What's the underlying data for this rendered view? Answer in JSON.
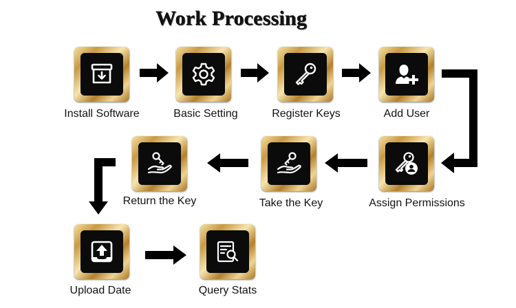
{
  "title": "Work Processing",
  "steps": [
    {
      "label": "Install Software",
      "icon": "install-box-icon"
    },
    {
      "label": "Basic Setting",
      "icon": "gear-icon"
    },
    {
      "label": "Register Keys",
      "icon": "key-icon"
    },
    {
      "label": "Add User",
      "icon": "add-user-icon"
    },
    {
      "label": "Assign Permissions",
      "icon": "key-user-icon"
    },
    {
      "label": "Take the Key",
      "icon": "hand-key-icon"
    },
    {
      "label": "Return the Key",
      "icon": "hand-key-return-icon"
    },
    {
      "label": "Upload Date",
      "icon": "upload-icon"
    },
    {
      "label": "Query Stats",
      "icon": "document-search-icon"
    }
  ],
  "colors": {
    "tile_gold": "#c99a43",
    "tile_inner": "#0b0b0b",
    "arrow": "#000000"
  }
}
